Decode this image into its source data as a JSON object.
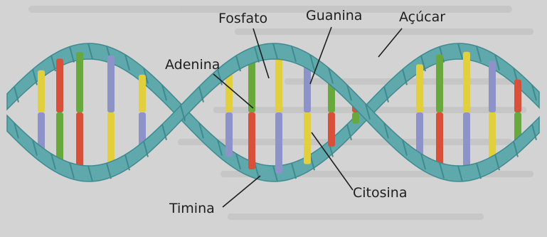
{
  "labels": {
    "fosfato": "Fosfato",
    "guanina": "Guanina",
    "acucar": "Açúcar",
    "adenina": "Adenina",
    "timina": "Timina",
    "citosina": "Citosina"
  },
  "colors": {
    "backbone": "#5fa9ad",
    "backbone_dark": "#3f8a8f",
    "adenina": "#e2cf3e",
    "timina": "#d9503a",
    "guanina": "#69a83c",
    "citosina": "#8d93c9"
  }
}
